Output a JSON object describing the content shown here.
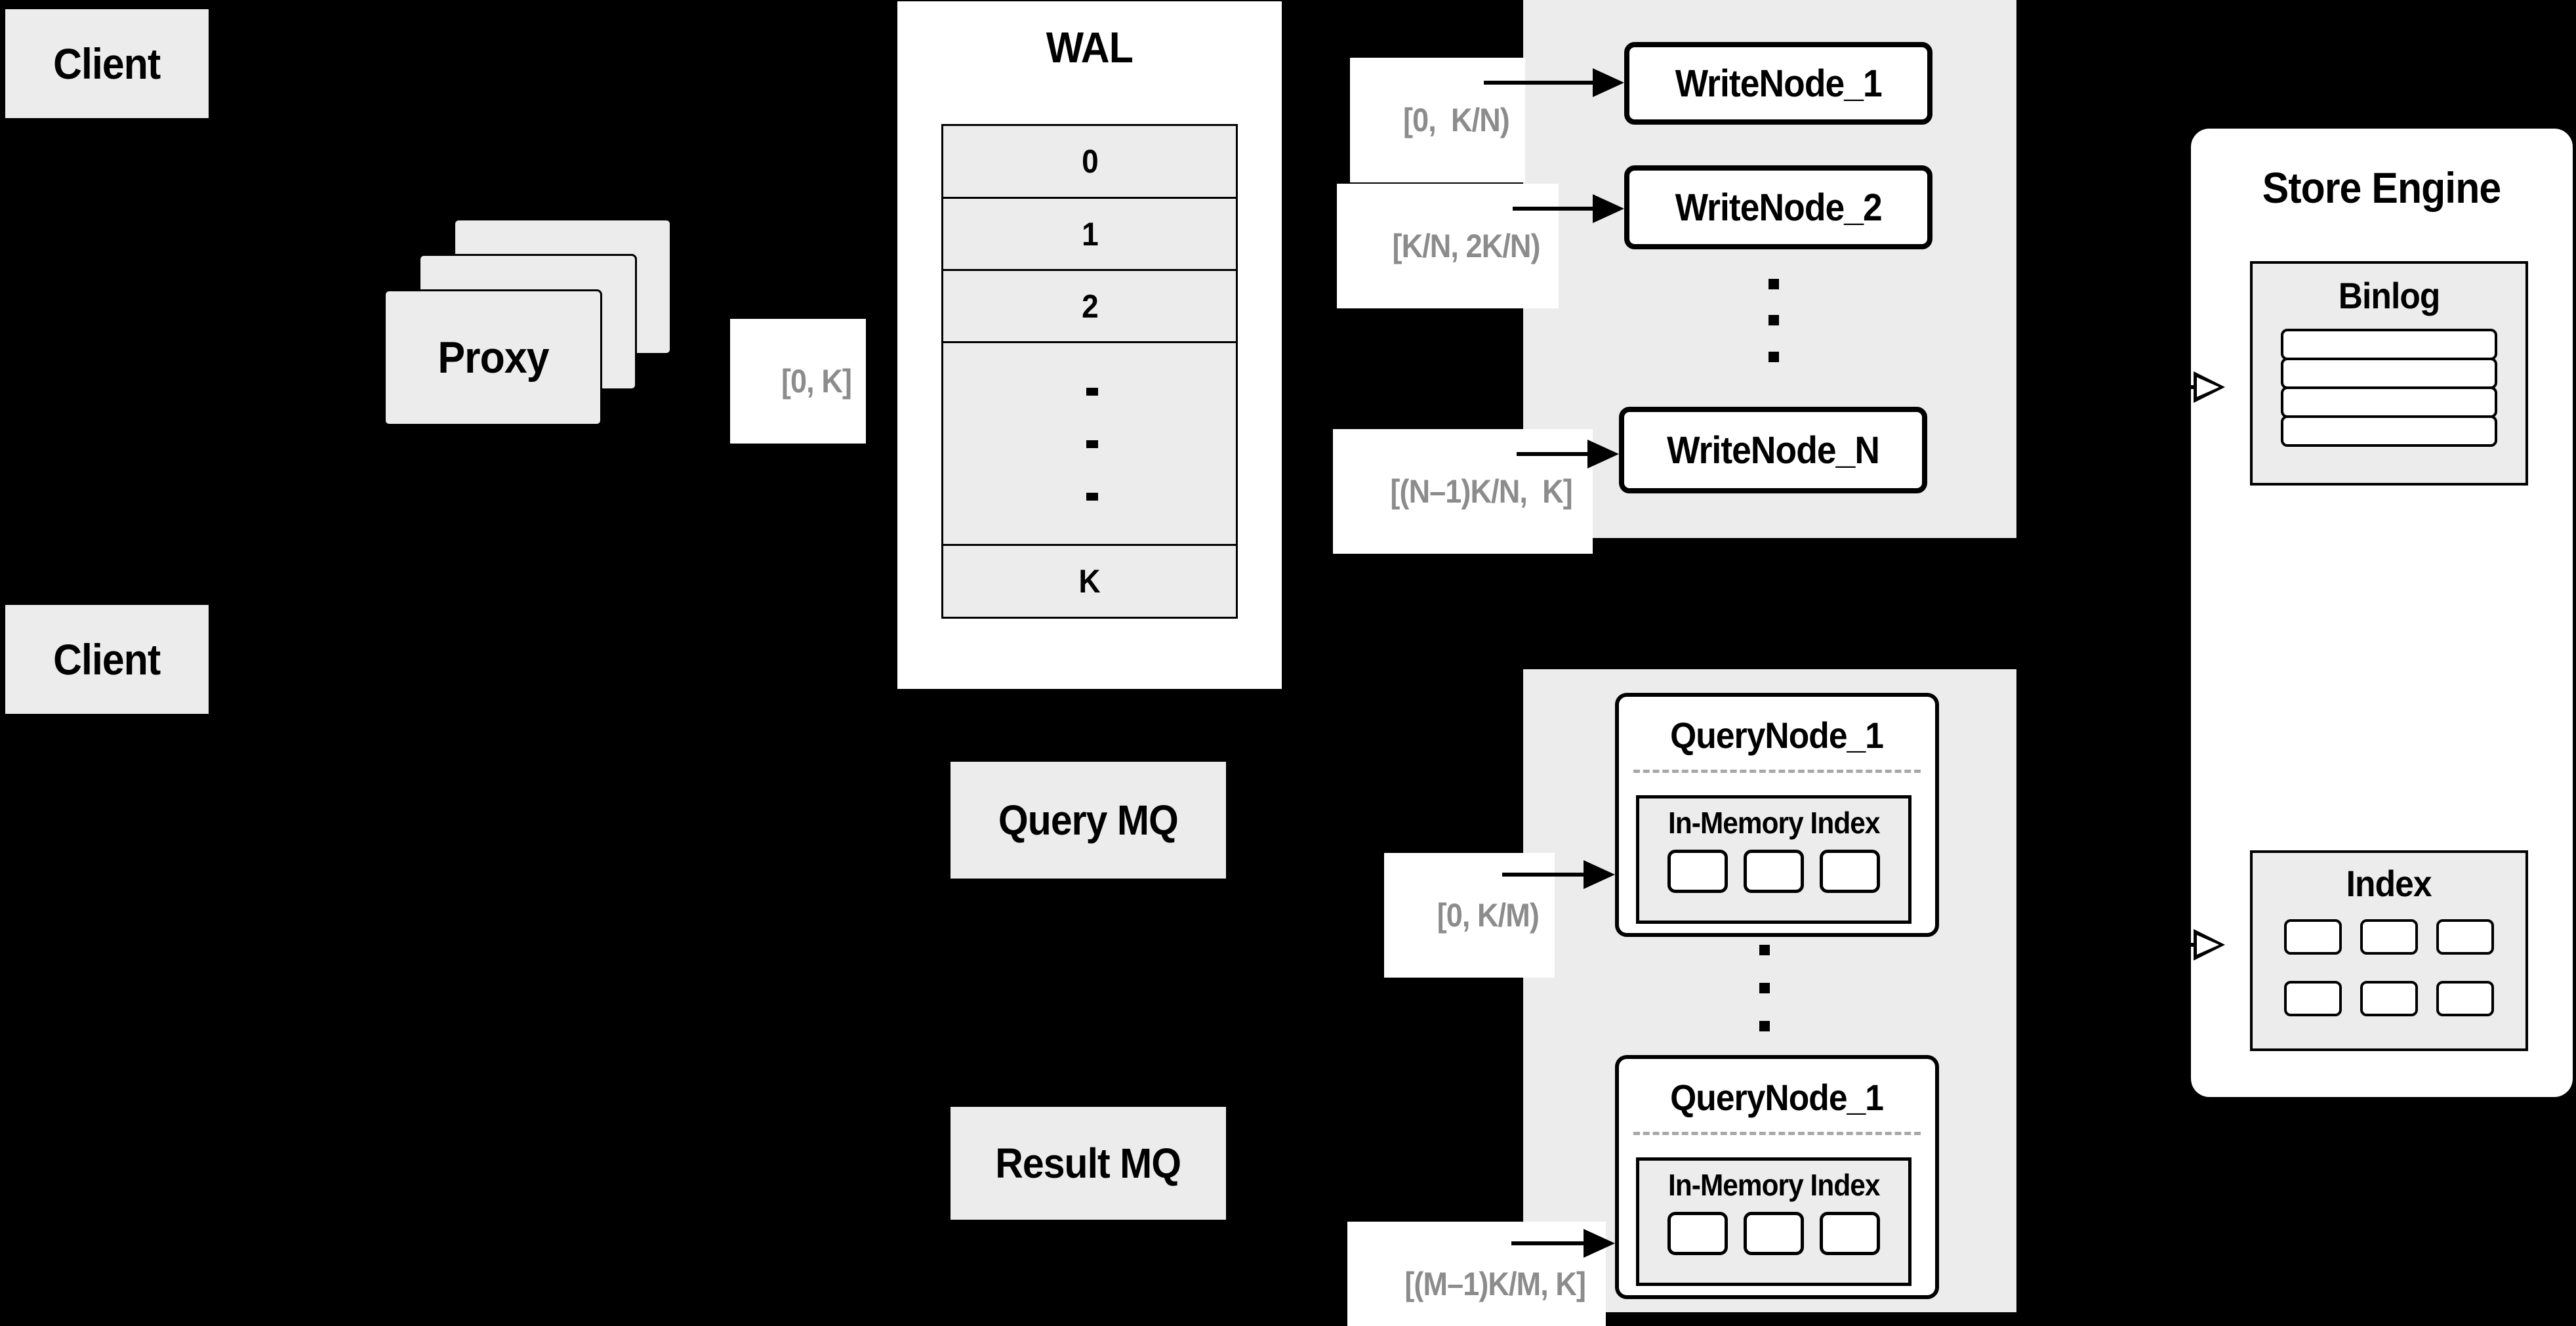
{
  "colors": {
    "background": "#000000",
    "box_gray": "#ececec",
    "box_white": "#ffffff",
    "border_black": "#000000",
    "range_label_text": "#8c8c8c",
    "dashed_divider": "#a8a8a8"
  },
  "clients": {
    "top": "Client",
    "bottom": "Client"
  },
  "proxy": {
    "label": "Proxy"
  },
  "wal": {
    "title": "WAL",
    "rows": [
      "0",
      "1",
      "2"
    ],
    "last_row": "K"
  },
  "range_labels": {
    "proxy_out": "[0, K]",
    "write_1": "[0,  K/N)",
    "write_2": "[K/N, 2K/N)",
    "write_n": "[(N–1)K/N,  K]",
    "query_top": "[0, K/M)",
    "query_bottom": "[(M–1)K/M, K]"
  },
  "write_nodes": {
    "first": "WriteNode_1",
    "second": "WriteNode_2",
    "last": "WriteNode_N"
  },
  "query_nodes": {
    "top_title": "QueryNode_1",
    "bottom_title": "QueryNode_1",
    "inner_title": "In-Memory Index"
  },
  "store_engine": {
    "title": "Store Engine",
    "binlog_title": "Binlog",
    "index_title": "Index"
  },
  "mq": {
    "query": "Query MQ",
    "result": "Result MQ"
  }
}
